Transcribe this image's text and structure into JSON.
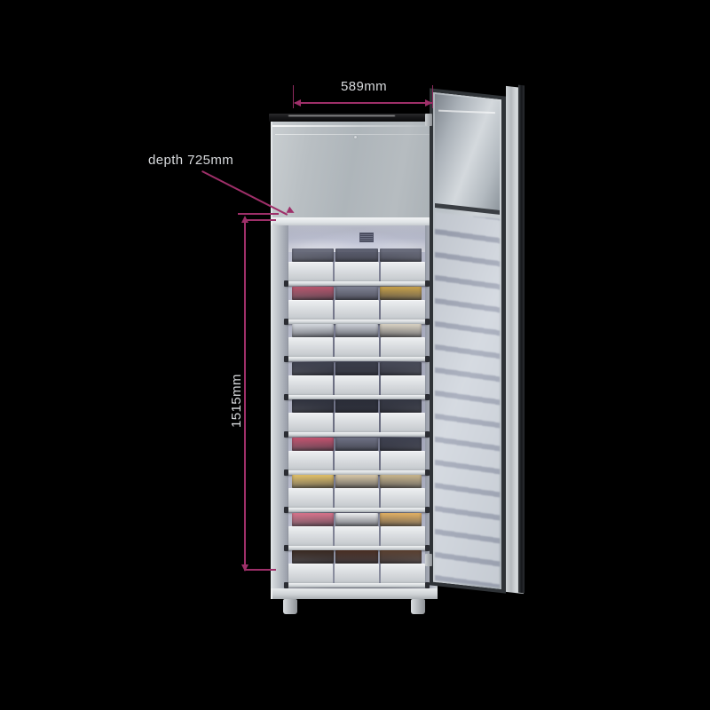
{
  "scene": {
    "background_color": "#000000",
    "subject": "commercial-refrigerated-cabinet-with-open-glass-door",
    "annotation_color": "#9e2f69",
    "label_color": "#d8dadd"
  },
  "dimensions": {
    "width": {
      "name": "width-dimension",
      "value": "589mm",
      "orientation": "horizontal",
      "position": "top"
    },
    "height": {
      "name": "height-dimension",
      "value": "1515mm",
      "orientation": "vertical",
      "position": "left"
    },
    "depth": {
      "name": "depth-dimension",
      "value": "depth 725mm",
      "orientation": "leader",
      "position": "upper-left"
    }
  },
  "cabinet": {
    "name": "refrigerator-cabinet",
    "crown_label": "top-capping",
    "fascia_label": "upper-fascia-panel",
    "lightbar_label": "interior-light-strip",
    "vent_label": "air-vent-grille",
    "plinth_label": "base-plinth",
    "feet": [
      "foot-left",
      "foot-right"
    ],
    "shelf_count": 9,
    "trays_per_shelf": 3,
    "shelves": [
      {
        "id": 1,
        "goods": [
          "#6c6f80",
          "#5d6072",
          "#6a6d7e"
        ]
      },
      {
        "id": 2,
        "goods": [
          "#b8566d",
          "#7f8294",
          "#c9a24a"
        ]
      },
      {
        "id": 3,
        "goods": [
          "#d8dce2",
          "#cfd3da",
          "#dcd5c6"
        ]
      },
      {
        "id": 4,
        "goods": [
          "#3f4250",
          "#3a3d4a",
          "#474a58"
        ]
      },
      {
        "id": 5,
        "goods": [
          "#2f323e",
          "#2a2d38",
          "#343743"
        ]
      },
      {
        "id": 6,
        "goods": [
          "#c4536f",
          "#6f7285",
          "#3e4150"
        ]
      },
      {
        "id": 7,
        "goods": [
          "#e3c26a",
          "#d9c9a8",
          "#cbb88e"
        ]
      },
      {
        "id": 8,
        "goods": [
          "#d9748c",
          "#f0f1f3",
          "#e4b264"
        ]
      },
      {
        "id": 9,
        "goods": [
          "#3a2a22",
          "#4a2f24",
          "#5a4030"
        ]
      }
    ]
  },
  "door": {
    "name": "glass-door",
    "state": "open",
    "frame_color": "#2f3337",
    "glass_color": "#b8bfc5",
    "hinges": [
      "hinge-top",
      "hinge-bottom"
    ]
  }
}
